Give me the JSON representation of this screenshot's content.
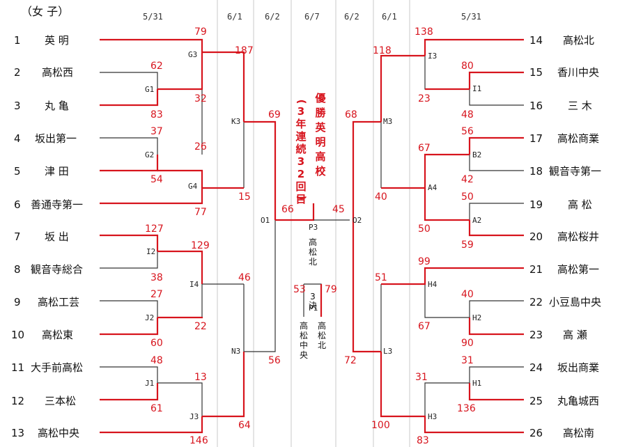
{
  "title": "（女 子）",
  "dates": [
    "5/31",
    "6/1",
    "6/2",
    "6/7",
    "6/2",
    "6/1",
    "5/31"
  ],
  "teams_left": [
    {
      "seed": "1",
      "name": "英 明"
    },
    {
      "seed": "2",
      "name": "高松西"
    },
    {
      "seed": "3",
      "name": "丸 亀"
    },
    {
      "seed": "4",
      "name": "坂出第一"
    },
    {
      "seed": "5",
      "name": "津 田"
    },
    {
      "seed": "6",
      "name": "善通寺第一"
    },
    {
      "seed": "7",
      "name": "坂 出"
    },
    {
      "seed": "8",
      "name": "観音寺総合"
    },
    {
      "seed": "9",
      "name": "高松工芸"
    },
    {
      "seed": "10",
      "name": "高松東"
    },
    {
      "seed": "11",
      "name": "大手前高松"
    },
    {
      "seed": "12",
      "name": "三本松"
    },
    {
      "seed": "13",
      "name": "高松中央"
    }
  ],
  "teams_right": [
    {
      "seed": "14",
      "name": "高松北"
    },
    {
      "seed": "15",
      "name": "香川中央"
    },
    {
      "seed": "16",
      "name": "三 木"
    },
    {
      "seed": "17",
      "name": "高松商業"
    },
    {
      "seed": "18",
      "name": "観音寺第一"
    },
    {
      "seed": "19",
      "name": "高 松"
    },
    {
      "seed": "20",
      "name": "高松桜井"
    },
    {
      "seed": "21",
      "name": "高松第一"
    },
    {
      "seed": "22",
      "name": "小豆島中央"
    },
    {
      "seed": "23",
      "name": "高 瀬"
    },
    {
      "seed": "24",
      "name": "坂出商業"
    },
    {
      "seed": "25",
      "name": "丸亀城西"
    },
    {
      "seed": "26",
      "name": "高松南"
    }
  ],
  "nodes": [
    "G3",
    "G1",
    "G2",
    "G4",
    "I2",
    "I4",
    "J2",
    "J1",
    "J3",
    "K3",
    "N3",
    "O1",
    "I3",
    "I1",
    "B2",
    "A4",
    "A2",
    "H4",
    "H2",
    "H1",
    "H3",
    "M3",
    "L3",
    "O2",
    "P3",
    "P1"
  ],
  "scores": [
    "79",
    "62",
    "83",
    "32",
    "187",
    "37",
    "26",
    "54",
    "77",
    "15",
    "69",
    "127",
    "129",
    "38",
    "46",
    "27",
    "22",
    "60",
    "48",
    "13",
    "61",
    "64",
    "146",
    "56",
    "66",
    "138",
    "118",
    "80",
    "23",
    "48",
    "68",
    "56",
    "67",
    "42",
    "40",
    "50",
    "50",
    "59",
    "99",
    "51",
    "40",
    "67",
    "90",
    "31",
    "31",
    "136",
    "100",
    "83",
    "72",
    "45",
    "53",
    "79"
  ],
  "champion": {
    "label": "優勝",
    "school": "英明高校",
    "note": "（3年連続32回目）"
  },
  "third_place": {
    "label": "3決",
    "finalist": "高松北",
    "left_team": "高松中央",
    "right_team": "高松北"
  }
}
